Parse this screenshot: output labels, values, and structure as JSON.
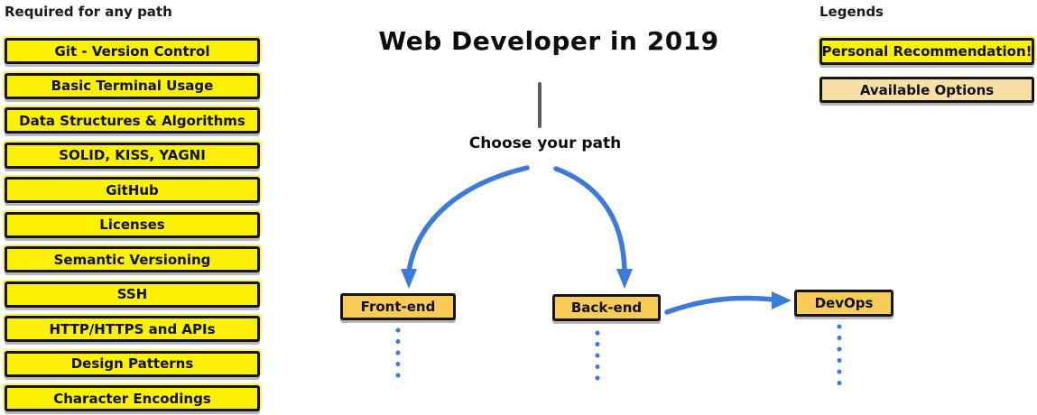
{
  "colors": {
    "yellow": "#FCF102",
    "amber": "#F7CB55",
    "tan": "#F8DFA6",
    "blue": "#3C7BDC",
    "gray_line": "#5B5B5B"
  },
  "center": {
    "title": "Web Developer in 2019",
    "choose_path_label": "Choose your path"
  },
  "required": {
    "heading": "Required for any path",
    "items": [
      "Git - Version Control",
      "Basic Terminal Usage",
      "Data Structures & Algorithms",
      "SOLID, KISS, YAGNI",
      "GitHub",
      "Licenses",
      "Semantic Versioning",
      "SSH",
      "HTTP/HTTPS and APIs",
      "Design Patterns",
      "Character Encodings"
    ]
  },
  "paths": {
    "front_end": "Front-end",
    "back_end": "Back-end",
    "devops": "DevOps"
  },
  "legends": {
    "heading": "Legends",
    "personal_recommendation": "Personal Recommendation!",
    "available_options": "Available Options"
  }
}
